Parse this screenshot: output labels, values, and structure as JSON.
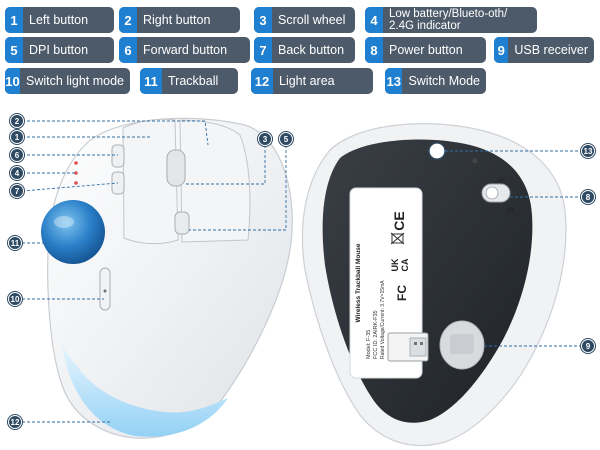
{
  "labels": [
    {
      "num": "1",
      "text": "Left button"
    },
    {
      "num": "2",
      "text": "Right button"
    },
    {
      "num": "3",
      "text": "Scroll wheel"
    },
    {
      "num": "4",
      "text_line1": "Low battery/Blueto-oth/",
      "text_line2": "2.4G indicator"
    },
    {
      "num": "5",
      "text": "DPI button"
    },
    {
      "num": "6",
      "text": "Forward button"
    },
    {
      "num": "7",
      "text": "Back button"
    },
    {
      "num": "8",
      "text": "Power button"
    },
    {
      "num": "9",
      "text": "USB receiver"
    },
    {
      "num": "10",
      "text": "Switch light mode"
    },
    {
      "num": "11",
      "text": "Trackball"
    },
    {
      "num": "12",
      "text": "Light area"
    },
    {
      "num": "13",
      "text": "Switch Mode"
    }
  ],
  "callouts": [
    "1",
    "2",
    "3",
    "4",
    "5",
    "6",
    "7",
    "9",
    "8",
    "10",
    "11",
    "12",
    "13"
  ],
  "sticker": {
    "title": "Wireless Trackball Mouse",
    "model": "Model: F-35",
    "fcc": "FCC ID: 2AIRK-F35",
    "rated": "Rated Voltage/Current: 3.7V=15mA",
    "ce": "CE",
    "ukca_1": "UK",
    "ukca_2": "CA",
    "fc": "FC"
  },
  "switch_labels": {
    "on": "on",
    "off": "off"
  },
  "colors": {
    "label_bg": "#4d5a69",
    "number_bg": "#1f7fd0",
    "callout_bg": "#2f4a63",
    "trackball": "#2a7fc8",
    "led_blue": "#9ad4f5"
  }
}
